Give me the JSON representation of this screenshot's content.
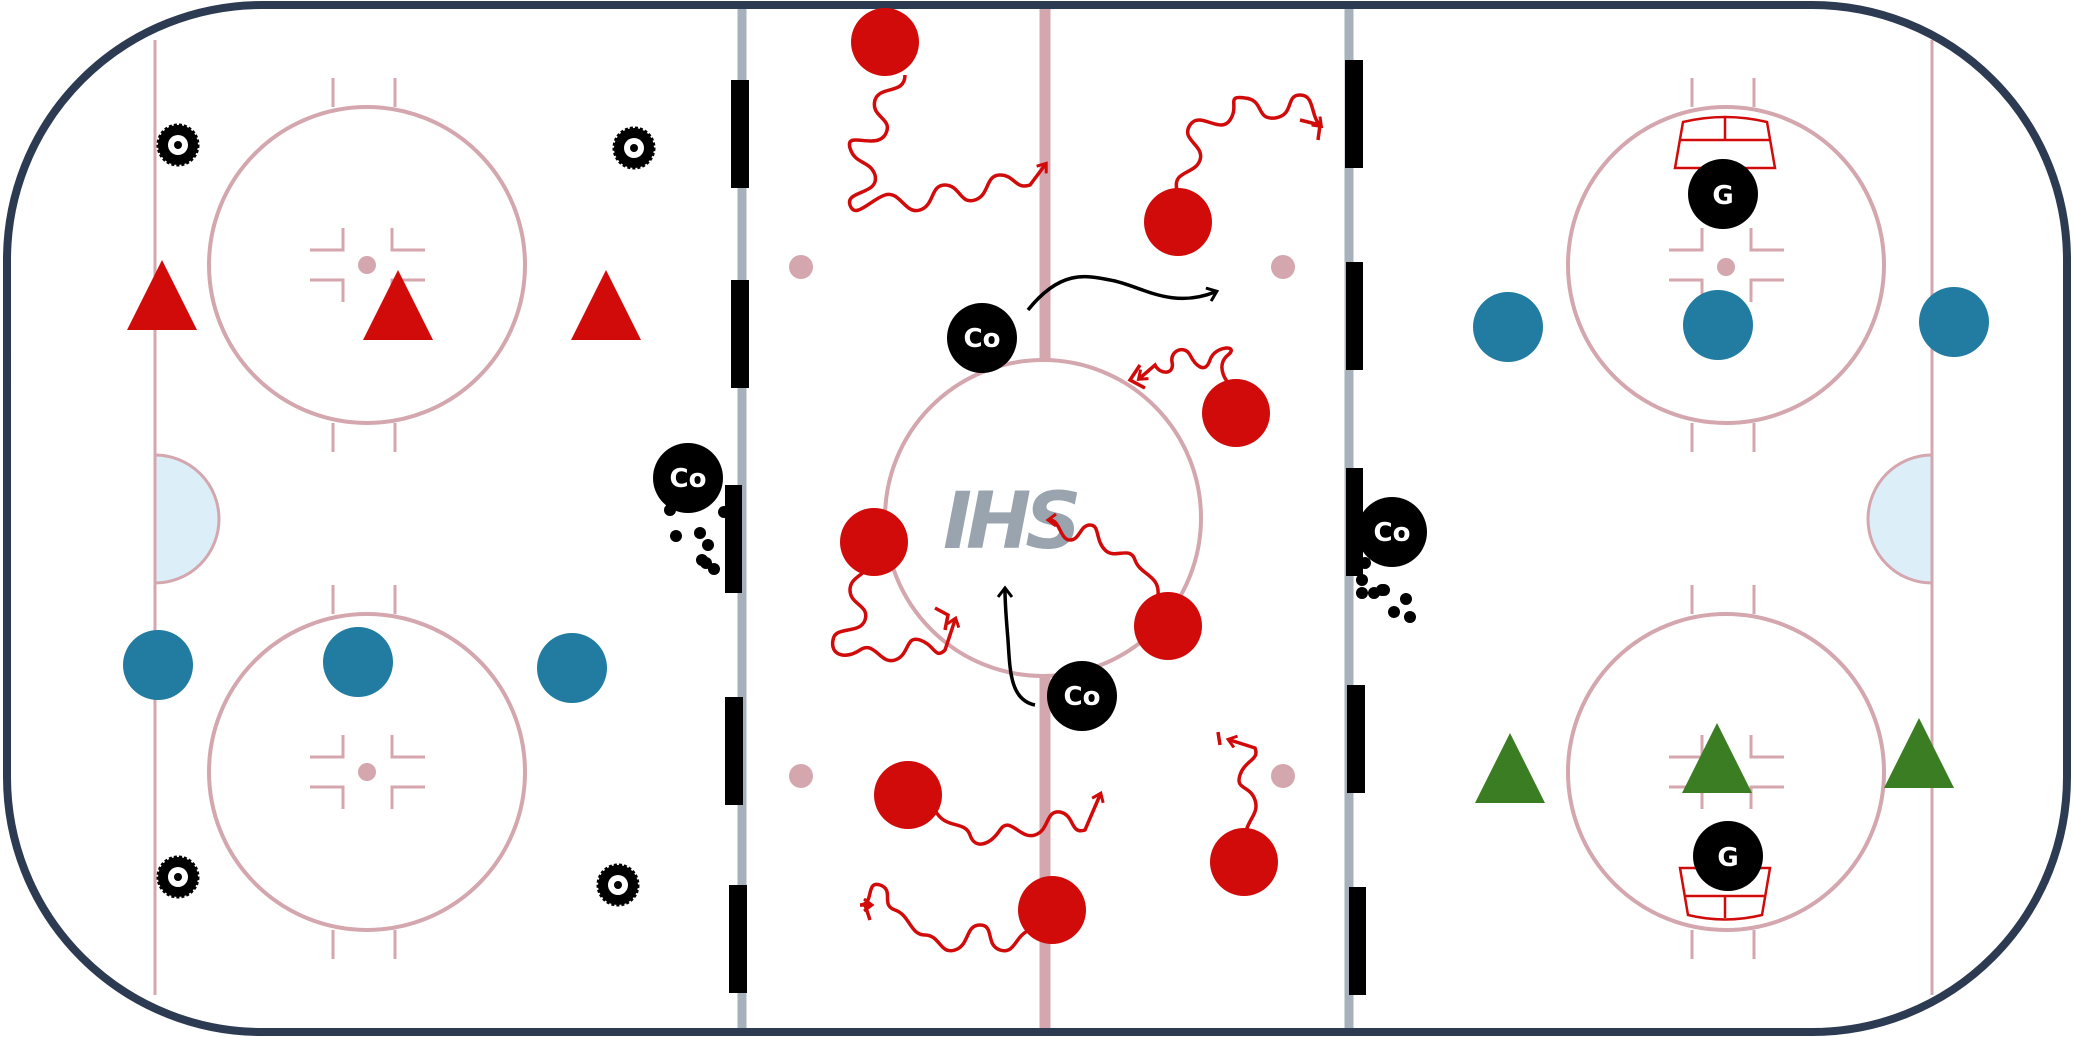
{
  "rink": {
    "logo_text": "IHS",
    "colors": {
      "board": "#2c3a52",
      "line": "#d4a6ae",
      "blue_line": "#a7b1bb",
      "crease": "#dceef7",
      "red": "#d10a0a",
      "blue": "#227ba0",
      "green": "#3b7d23",
      "black": "#000000",
      "white": "#ffffff"
    }
  },
  "players": {
    "coach_label": "Co",
    "goalie_label": "G"
  }
}
